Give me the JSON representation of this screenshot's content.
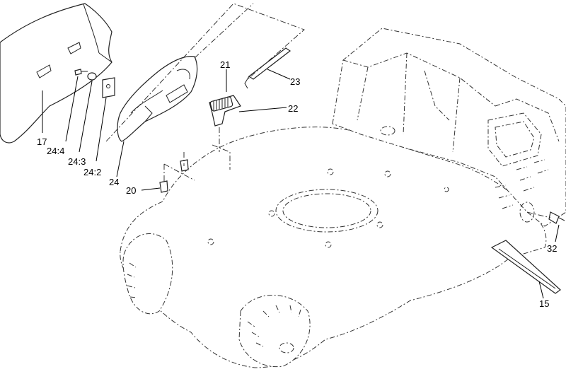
{
  "callouts": {
    "c17": "17",
    "c24_4": "24:4",
    "c24_3": "24:3",
    "c24_2": "24:2",
    "c24": "24",
    "c20": "20",
    "c21": "21",
    "c23": "23",
    "c22": "22",
    "c32": "32",
    "c15": "15"
  }
}
